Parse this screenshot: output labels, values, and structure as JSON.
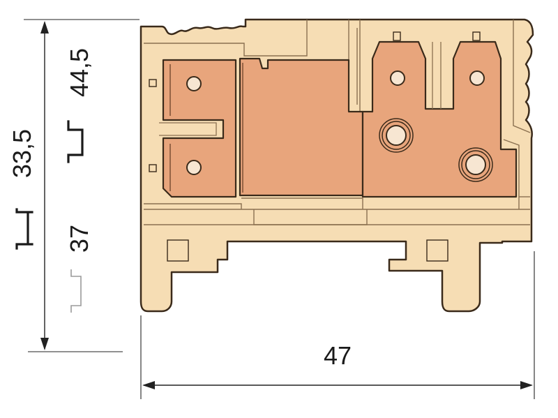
{
  "dimensions": {
    "width": "47",
    "height_a": "33,5",
    "height_b": "44,5",
    "height_c": "37"
  },
  "colors": {
    "housing": "#f6ddb4",
    "copper": "#e8a57c",
    "outline": "#3a2a1a",
    "dimension_lines": "#222222"
  },
  "symbols": [
    "ts35-rail-icon",
    "ts32-rail-icon",
    "ts15-rail-icon"
  ]
}
